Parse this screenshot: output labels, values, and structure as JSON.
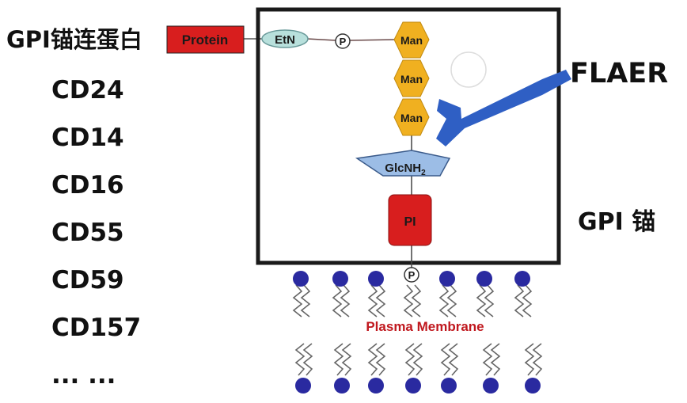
{
  "left_title": "GPI锚连蛋白",
  "protein_label": "Protein",
  "markers": [
    "CD24",
    "CD14",
    "CD16",
    "CD55",
    "CD59",
    "CD157",
    "... ..."
  ],
  "etn_label": "EtN",
  "phosphate_label": "P",
  "man_labels": [
    "Man",
    "Man",
    "Man"
  ],
  "glc_label": "GlcNH",
  "glc_subscript": "2",
  "pi_label": "PI",
  "membrane_label": "Plasma Membrane",
  "flaer_label": "FLAER",
  "anchor_label": "GPI 锚",
  "colors": {
    "protein": "#d81e1e",
    "pi": "#d81e1e",
    "man": "#f0b020",
    "etn": "#b8e0dc",
    "glc": "#9cbde6",
    "flaer": "#2f5fc4",
    "lipid_head": "#2a2aa0",
    "membrane_text": "#c0181e"
  }
}
